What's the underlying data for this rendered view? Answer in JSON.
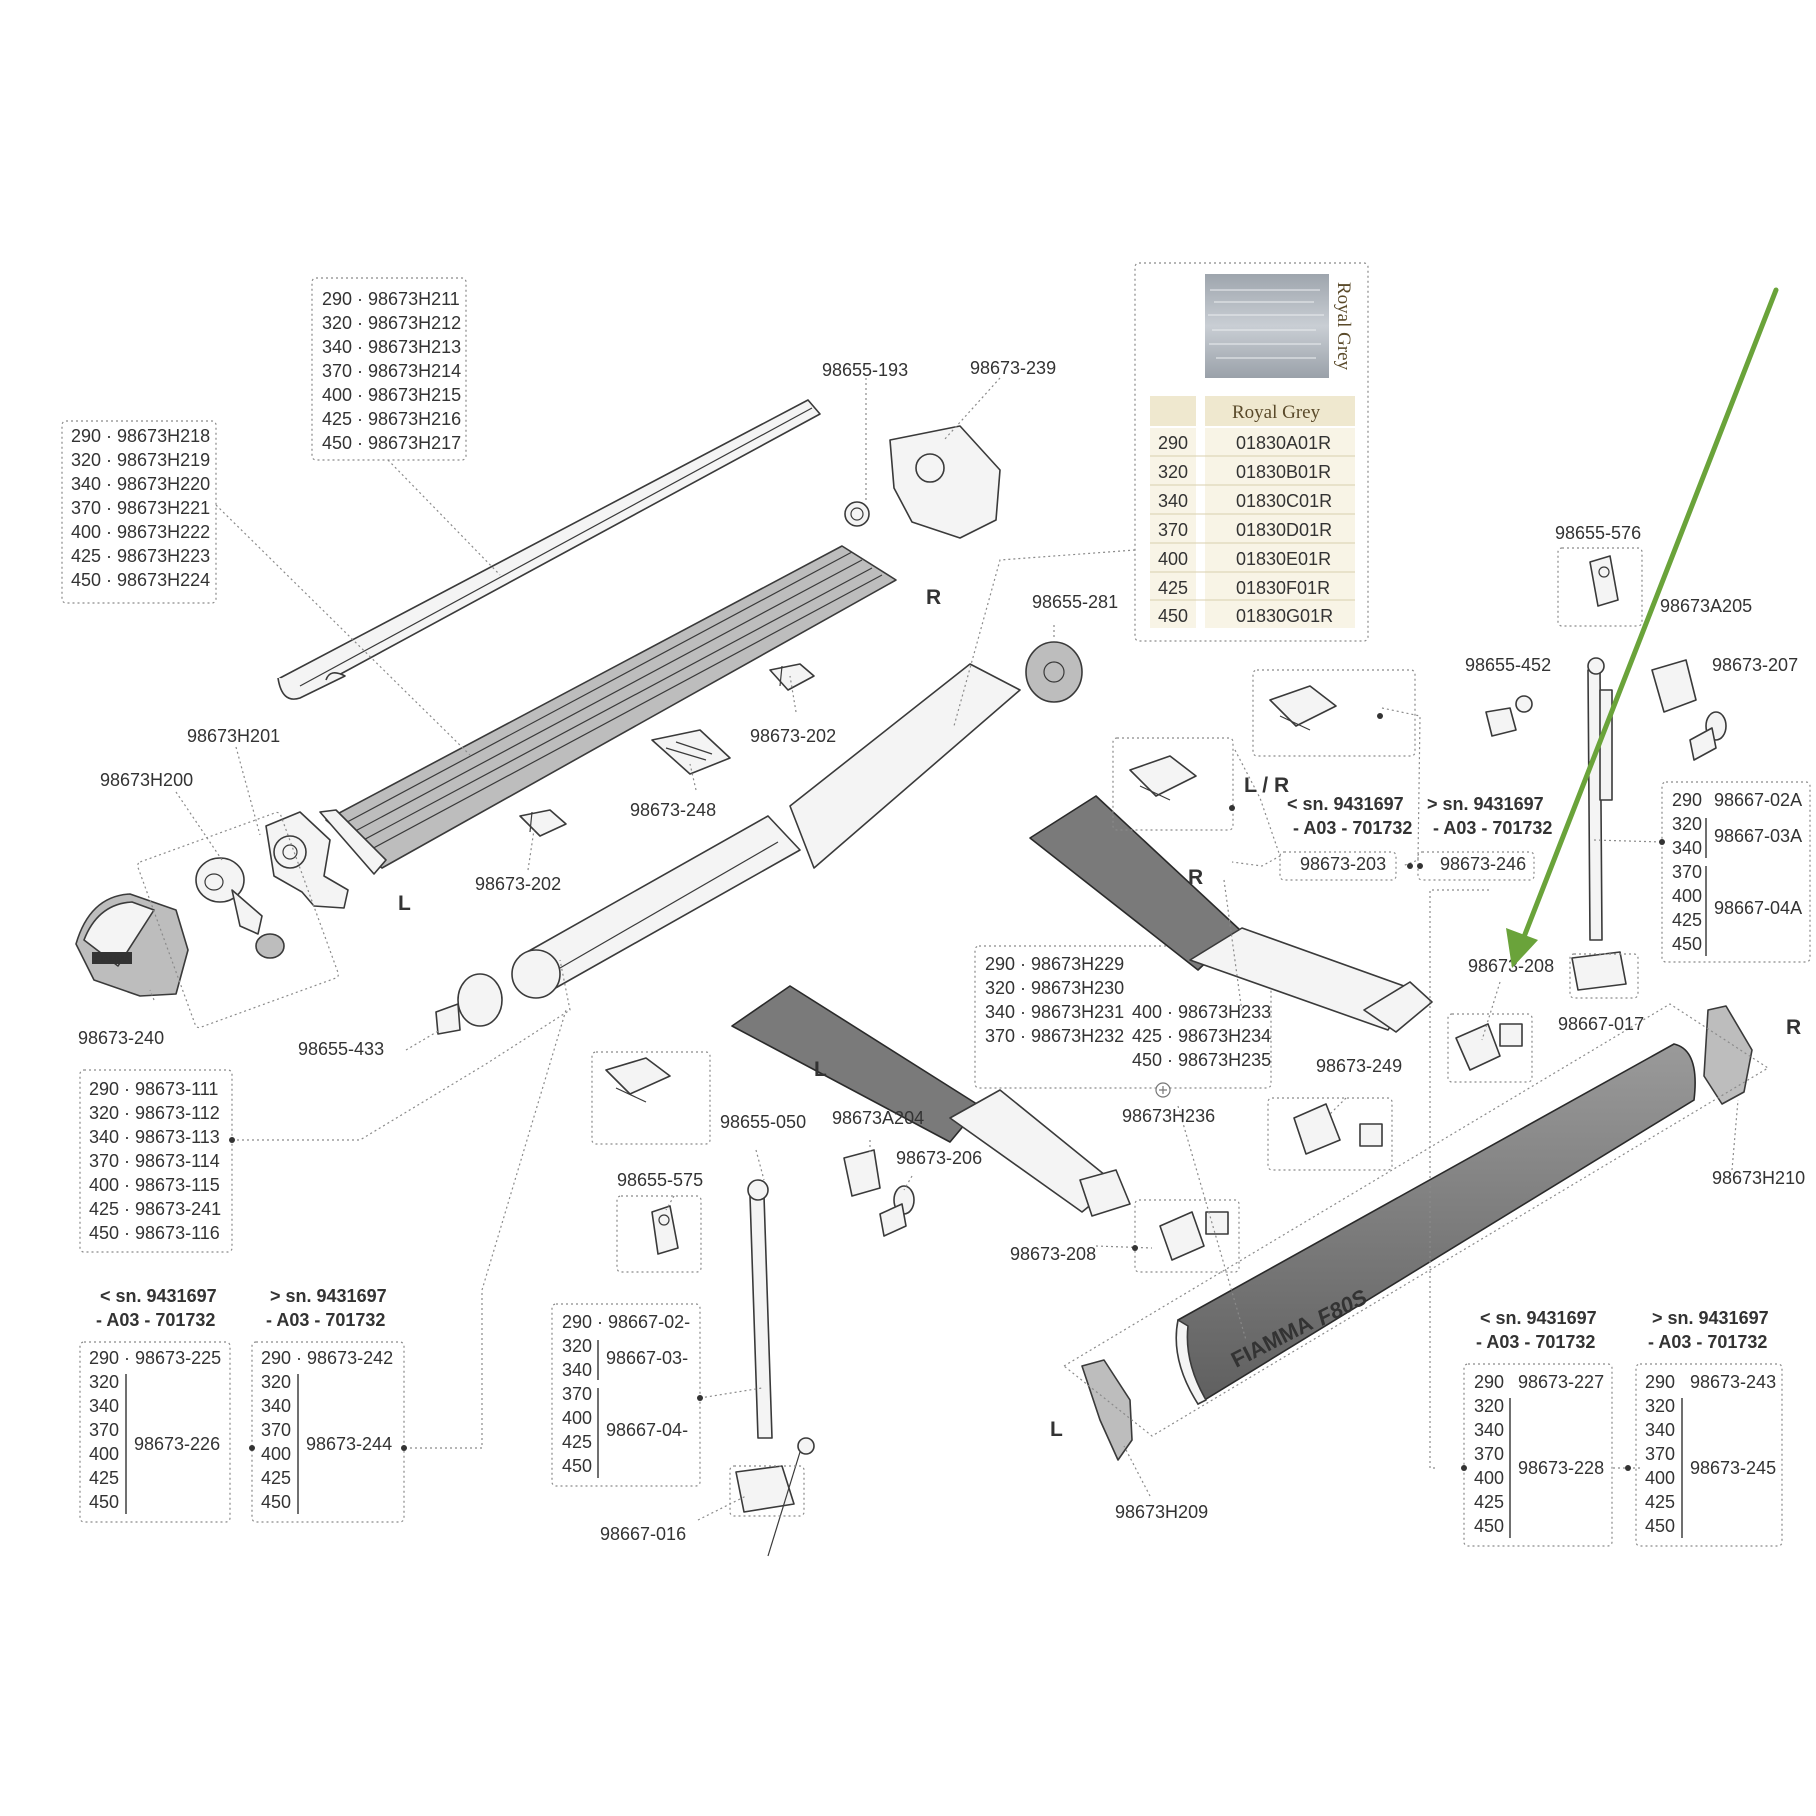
{
  "callouts": {
    "cover_lengths": [
      "290 · 98673H211",
      "320 · 98673H212",
      "340 · 98673H213",
      "370 · 98673H214",
      "400 · 98673H215",
      "425 · 98673H216",
      "450 · 98673H217"
    ],
    "profile_lengths": [
      "290 · 98673H218",
      "320 · 98673H219",
      "340 · 98673H220",
      "370 · 98673H221",
      "400 · 98673H222",
      "425 · 98673H223",
      "450 · 98673H224"
    ],
    "tube_lengths": [
      "290 · 98673-111",
      "320 · 98673-112",
      "340 · 98673-113",
      "370 · 98673-114",
      "400 · 98673-115",
      "425 · 98673-241",
      "450 · 98673-116"
    ],
    "front_bar_left": [
      "290 · 98673H229",
      "320 · 98673H230",
      "340 · 98673H231",
      "370 · 98673H232"
    ],
    "front_bar_right": [
      "400 · 98673H233",
      "425 · 98673H234",
      "450 · 98673H235"
    ]
  },
  "part_labels": {
    "p98655_193": "98655-193",
    "p98673_239": "98673-239",
    "p98655_281": "98655-281",
    "p98673H201": "98673H201",
    "p98673H200": "98673H200",
    "p98673_202a": "98673-202",
    "p98673_202b": "98673-202",
    "p98673_248": "98673-248",
    "p98673_240": "98673-240",
    "p98655_433": "98655-433",
    "p98655_576": "98655-576",
    "p98673A205": "98673A205",
    "p98655_452": "98655-452",
    "p98673_207": "98673-207",
    "p98673_203": "98673-203",
    "p98673_246": "98673-246",
    "p98673_208a": "98673-208",
    "p98667_017": "98667-017",
    "p98673_249": "98673-249",
    "p98673H236": "98673H236",
    "p98673H210": "98673H210",
    "p98655_050": "98655-050",
    "p98673A204": "98673A204",
    "p98673_206": "98673-206",
    "p98655_575": "98655-575",
    "p98673_208b": "98673-208",
    "p98667_016": "98667-016",
    "p98673H209": "98673H209"
  },
  "side_labels": {
    "r_top": "R",
    "l_left": "L",
    "r_arm": "R",
    "lr": "L / R",
    "l_arm": "L",
    "r_far": "R",
    "l_bottom": "L"
  },
  "serial_notes": {
    "before_a": "< sn. 9431697",
    "before_b": "- A03 - 701732",
    "after_a": "> sn. 9431697",
    "after_b": "- A03 - 701732"
  },
  "leg_right": {
    "r1": "290",
    "p1": "98667-02A",
    "r2a": "320",
    "r2b": "340",
    "p2": "98667-03A",
    "r3a": "370",
    "r3b": "400",
    "r3c": "425",
    "r3d": "450",
    "p3": "98667-04A"
  },
  "leg_left": {
    "r1": "290 · 98667-02-",
    "r2a": "320",
    "r2b": "340",
    "p2": "98667-03-",
    "r3a": "370",
    "r3b": "400",
    "r3c": "425",
    "r3d": "450",
    "p3": "98667-04-"
  },
  "end_cap_groups": {
    "g225": {
      "first": "290 · 98673-225",
      "rest": [
        "320",
        "340",
        "370",
        "400",
        "425",
        "450"
      ],
      "part": "98673-226"
    },
    "g242": {
      "first": "290 · 98673-242",
      "rest": [
        "320",
        "340",
        "370",
        "400",
        "425",
        "450"
      ],
      "part": "98673-244"
    },
    "g227": {
      "first_len": "290",
      "first_part": "98673-227",
      "rest": [
        "320",
        "340",
        "370",
        "400",
        "425",
        "450"
      ],
      "part": "98673-228"
    },
    "g243": {
      "first_len": "290",
      "first_part": "98673-243",
      "rest": [
        "320",
        "340",
        "370",
        "400",
        "425",
        "450"
      ],
      "part": "98673-245"
    }
  },
  "fabric": {
    "swatch_label": "Royal Grey",
    "header": "Royal Grey",
    "rows": [
      {
        "len": "290",
        "code": "01830A01R"
      },
      {
        "len": "320",
        "code": "01830B01R"
      },
      {
        "len": "340",
        "code": "01830C01R"
      },
      {
        "len": "370",
        "code": "01830D01R"
      },
      {
        "len": "400",
        "code": "01830E01R"
      },
      {
        "len": "425",
        "code": "01830F01R"
      },
      {
        "len": "450",
        "code": "01830G01R"
      }
    ]
  },
  "brand": {
    "logo_text": "FIAMMA",
    "model_text": "F80S"
  },
  "colors": {
    "arrow": "#6aa33a",
    "table_header": "#efe8cf",
    "table_cell": "#f8f4e6",
    "swatch": "#b9bfc6"
  },
  "icons": {
    "arrow": "green-arrow-icon"
  }
}
